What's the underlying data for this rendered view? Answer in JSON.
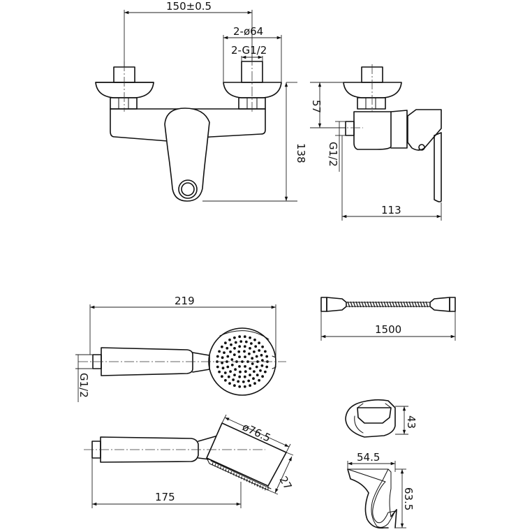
{
  "dimensions": {
    "mixer_centers": "150±0.5",
    "escutcheon_dia": "2-ø64",
    "inlet_thread": "2-G1/2",
    "mixer_height": "138",
    "centerline_height": "57",
    "outlet_thread_side": "G1/2",
    "mixer_depth": "113",
    "handshower_length": "219",
    "handshower_thread": "G1/2",
    "hose_length": "1500",
    "holder_height": "43",
    "spray_face_dia": "ø76.5",
    "handle_length": "175",
    "head_thickness": "27",
    "holder_depth": "54.5",
    "holder_side_height": "63.5"
  }
}
